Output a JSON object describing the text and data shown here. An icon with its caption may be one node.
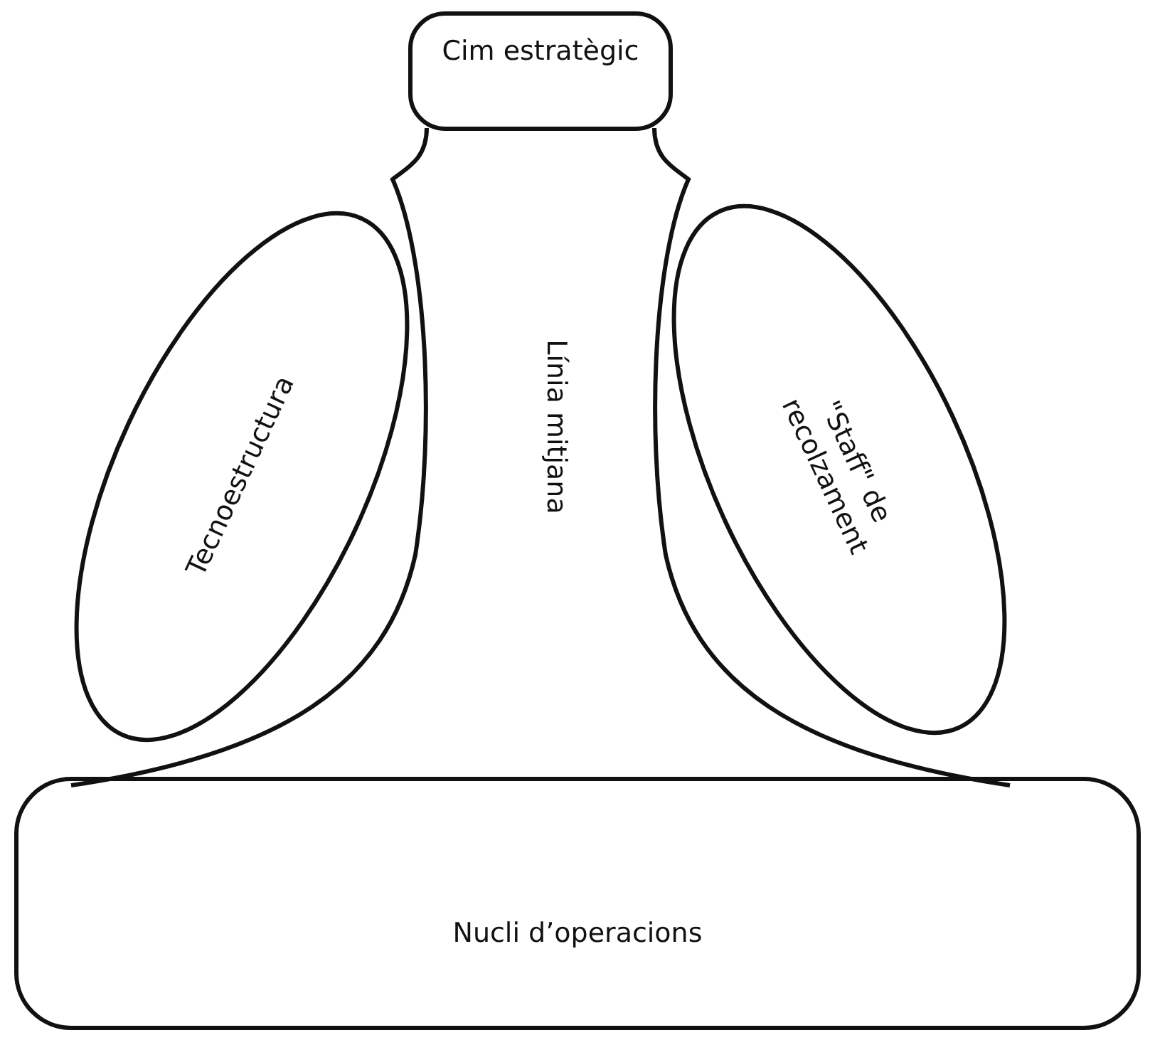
{
  "diagram": {
    "nodes": [
      {
        "text": [
          "Cim estratègic"
        ]
      },
      {
        "text": [
          "Tecnoestructura"
        ]
      },
      {
        "text": [
          "Línia mitjana"
        ]
      },
      {
        "text": [
          "\"Staff\" de recolzament"
        ]
      },
      {
        "text": [
          "Nucli d’operacions"
        ]
      }
    ]
  }
}
